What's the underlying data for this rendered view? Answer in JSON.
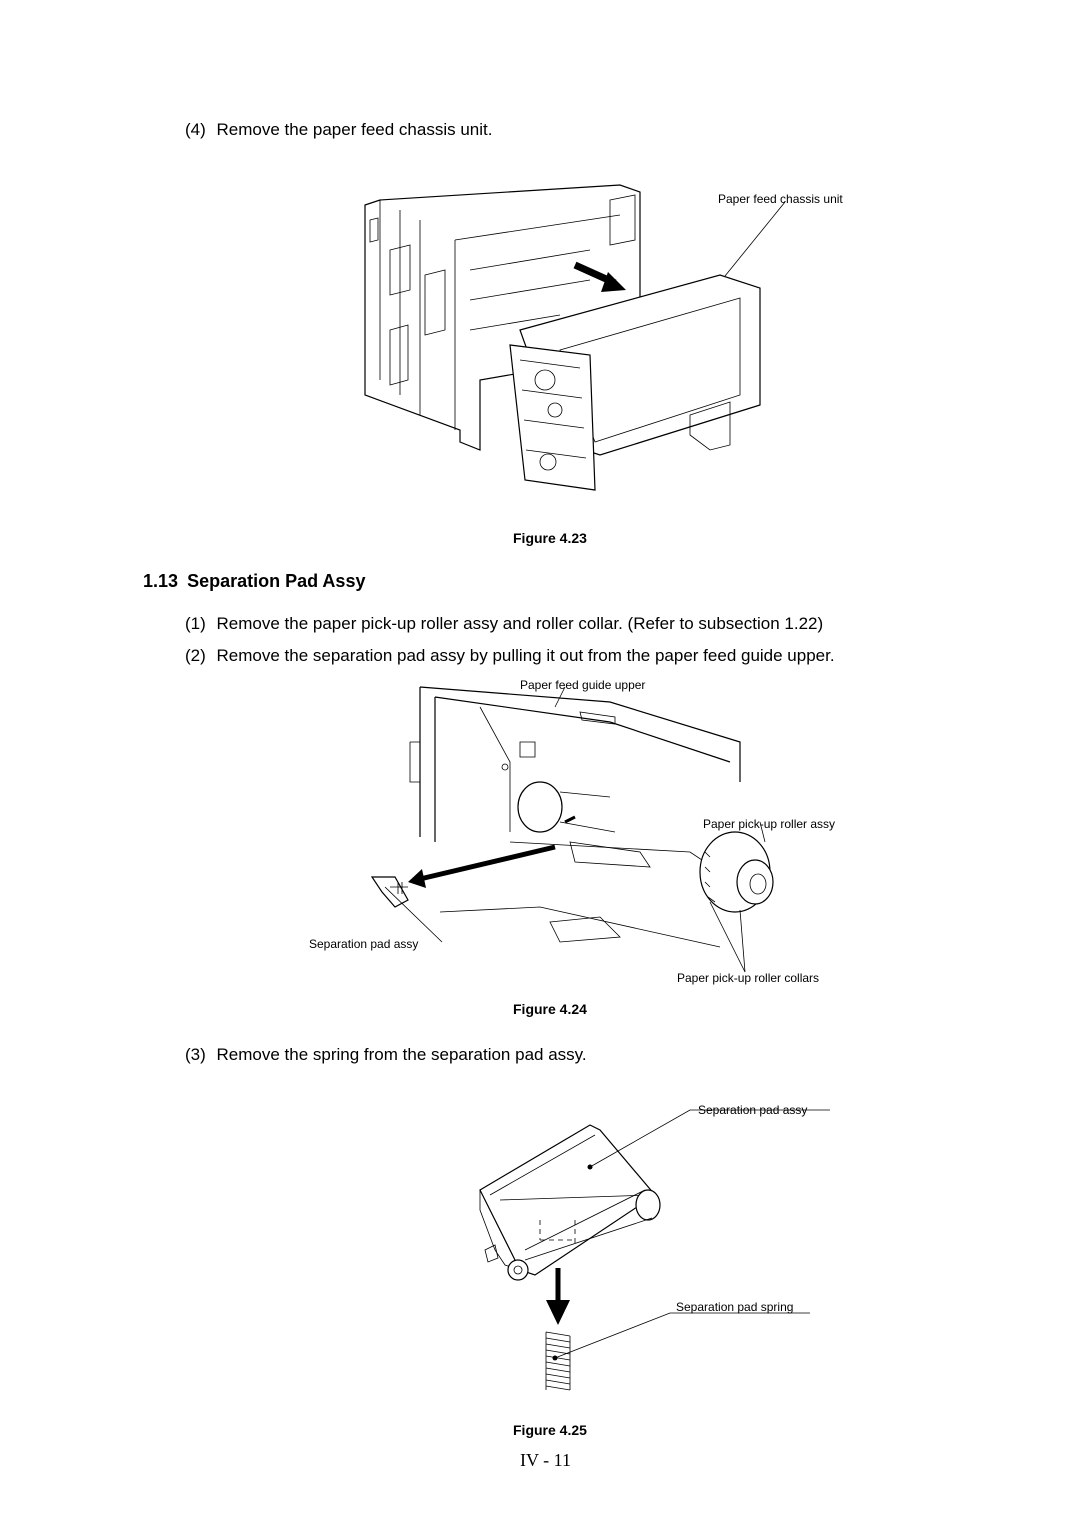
{
  "steps_top": [
    {
      "num": "(4)",
      "text": "Remove the paper feed chassis unit."
    }
  ],
  "figure_23": {
    "caption": "Figure 4.23",
    "callouts": [
      "Paper feed chassis unit"
    ]
  },
  "section": {
    "number": "1.13",
    "title": "Separation Pad Assy"
  },
  "steps_section": [
    {
      "num": "(1)",
      "text": "Remove the paper pick-up roller assy and roller collar. (Refer to subsection 1.22)"
    },
    {
      "num": "(2)",
      "text": "Remove the separation pad assy by pulling it out from the paper feed guide upper."
    }
  ],
  "figure_24": {
    "caption": "Figure 4.24",
    "callouts": [
      "Paper feed guide upper",
      "Paper pick-up roller assy",
      "Separation pad assy",
      "Paper pick-up roller collars"
    ]
  },
  "steps_bottom": [
    {
      "num": "(3)",
      "text": "Remove the spring from the separation pad assy."
    }
  ],
  "figure_25": {
    "caption": "Figure 4.25",
    "callouts": [
      "Separation pad assy",
      "Separation pad spring"
    ]
  },
  "page_number": "IV - 11"
}
